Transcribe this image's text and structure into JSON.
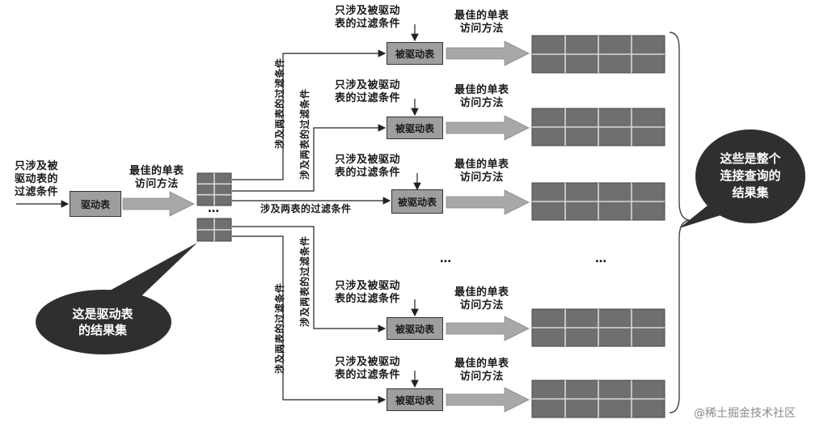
{
  "driver": {
    "input_label": [
      "只涉及被",
      "驱动表的",
      "过滤条件"
    ],
    "box_label": "驱动表",
    "access_label": [
      "最佳的单表",
      "访问方法"
    ]
  },
  "driven": {
    "filter_label": [
      "只涉及被驱动",
      "表的过滤条件"
    ],
    "box_label": "被驱动表",
    "access_label": [
      "最佳的单表",
      "访问方法"
    ]
  },
  "join_filter_label": "涉及两表的过滤条件",
  "bubble_driver_result": [
    "这是驱动表",
    "的结果集"
  ],
  "bubble_join_result": [
    "这些是整个",
    "连接查询的",
    "结果集"
  ],
  "ellipsis": "…",
  "watermark": "@稀土掘金技术社区",
  "colors": {
    "box_fill": "#9e9e9e",
    "arrow_fill": "#a8a8a8",
    "bubble_fill": "#2f2f2f",
    "grid_fill": "#6f6f6f"
  }
}
